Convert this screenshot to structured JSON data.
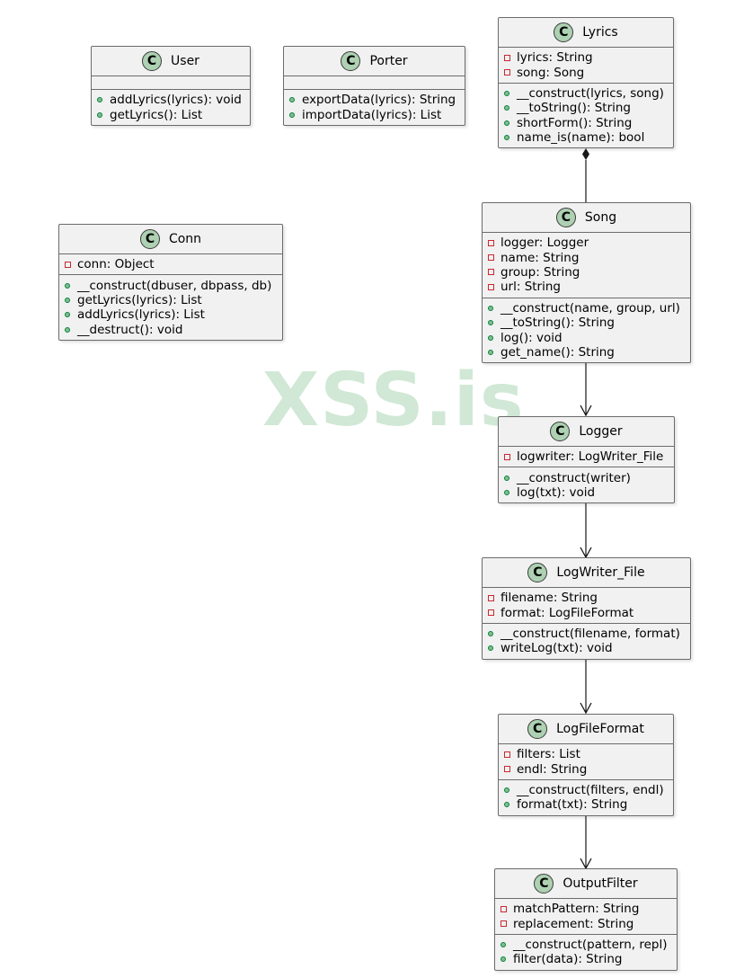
{
  "watermark": "XSS.is",
  "stereotype_glyph": "C",
  "colors": {
    "badge": "#add1b2",
    "public": "#84be84",
    "private": "#c82930",
    "box": "#f1f1f1"
  },
  "classes": [
    {
      "id": "user",
      "name": "User",
      "attributes": [],
      "methods": [
        {
          "vis": "+",
          "text": "addLyrics(lyrics): void"
        },
        {
          "vis": "+",
          "text": "getLyrics(): List"
        }
      ]
    },
    {
      "id": "porter",
      "name": "Porter",
      "attributes": [],
      "methods": [
        {
          "vis": "+",
          "text": "exportData(lyrics): String"
        },
        {
          "vis": "+",
          "text": "importData(lyrics): List"
        }
      ]
    },
    {
      "id": "lyrics",
      "name": "Lyrics",
      "attributes": [
        {
          "vis": "-",
          "text": "lyrics: String"
        },
        {
          "vis": "-",
          "text": "song: Song"
        }
      ],
      "methods": [
        {
          "vis": "+",
          "text": "__construct(lyrics, song)"
        },
        {
          "vis": "+",
          "text": "__toString(): String"
        },
        {
          "vis": "+",
          "text": "shortForm(): String"
        },
        {
          "vis": "+",
          "text": "name_is(name): bool"
        }
      ]
    },
    {
      "id": "conn",
      "name": "Conn",
      "attributes": [
        {
          "vis": "-",
          "text": "conn: Object"
        }
      ],
      "methods": [
        {
          "vis": "+",
          "text": "__construct(dbuser, dbpass, db)"
        },
        {
          "vis": "+",
          "text": "getLyrics(lyrics): List"
        },
        {
          "vis": "+",
          "text": "addLyrics(lyrics): List"
        },
        {
          "vis": "+",
          "text": "__destruct(): void"
        }
      ]
    },
    {
      "id": "song",
      "name": "Song",
      "attributes": [
        {
          "vis": "-",
          "text": "logger: Logger"
        },
        {
          "vis": "-",
          "text": "name: String"
        },
        {
          "vis": "-",
          "text": "group: String"
        },
        {
          "vis": "-",
          "text": "url: String"
        }
      ],
      "methods": [
        {
          "vis": "+",
          "text": "__construct(name, group, url)"
        },
        {
          "vis": "+",
          "text": "__toString(): String"
        },
        {
          "vis": "+",
          "text": "log(): void"
        },
        {
          "vis": "+",
          "text": "get_name(): String"
        }
      ]
    },
    {
      "id": "logger",
      "name": "Logger",
      "attributes": [
        {
          "vis": "-",
          "text": "logwriter: LogWriter_File"
        }
      ],
      "methods": [
        {
          "vis": "+",
          "text": "__construct(writer)"
        },
        {
          "vis": "+",
          "text": "log(txt): void"
        }
      ]
    },
    {
      "id": "logwriter",
      "name": "LogWriter_File",
      "attributes": [
        {
          "vis": "-",
          "text": "filename: String"
        },
        {
          "vis": "-",
          "text": "format: LogFileFormat"
        }
      ],
      "methods": [
        {
          "vis": "+",
          "text": "__construct(filename, format)"
        },
        {
          "vis": "+",
          "text": "writeLog(txt): void"
        }
      ]
    },
    {
      "id": "logfileformat",
      "name": "LogFileFormat",
      "attributes": [
        {
          "vis": "-",
          "text": "filters: List"
        },
        {
          "vis": "-",
          "text": "endl: String"
        }
      ],
      "methods": [
        {
          "vis": "+",
          "text": "__construct(filters, endl)"
        },
        {
          "vis": "+",
          "text": "format(txt): String"
        }
      ]
    },
    {
      "id": "outputfilter",
      "name": "OutputFilter",
      "attributes": [
        {
          "vis": "-",
          "text": "matchPattern: String"
        },
        {
          "vis": "-",
          "text": "replacement: String"
        }
      ],
      "methods": [
        {
          "vis": "+",
          "text": "__construct(pattern, repl)"
        },
        {
          "vis": "+",
          "text": "filter(data): String"
        }
      ]
    }
  ],
  "relations": [
    {
      "from": "lyrics",
      "to": "song",
      "type": "composition"
    },
    {
      "from": "song",
      "to": "logger",
      "type": "association"
    },
    {
      "from": "logger",
      "to": "logwriter",
      "type": "association"
    },
    {
      "from": "logwriter",
      "to": "logfileformat",
      "type": "association"
    },
    {
      "from": "logfileformat",
      "to": "outputfilter",
      "type": "association"
    }
  ]
}
